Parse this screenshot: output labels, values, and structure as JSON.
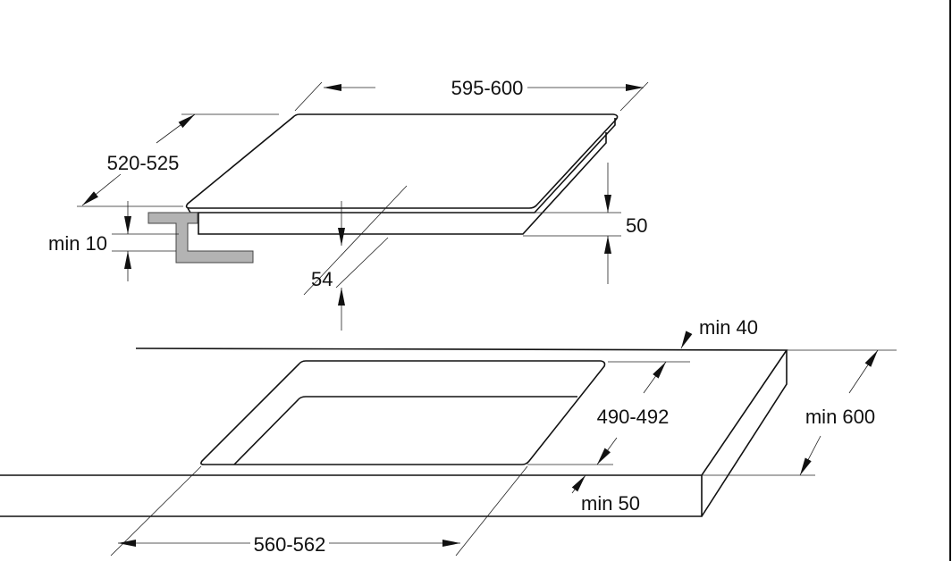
{
  "hob": {
    "width_label": "595-600",
    "depth_label": "520-525",
    "height_label": "50",
    "clearance_label": "54",
    "min_gap_label": "min 10"
  },
  "worktop": {
    "back_margin_label": "min 40",
    "cutout_depth_label": "490-492",
    "worktop_depth_label": "min 600",
    "front_margin_label": "min 50",
    "cutout_width_label": "560-562"
  },
  "colors": {
    "line": "#111111",
    "bracket": "#b3b3b3"
  }
}
